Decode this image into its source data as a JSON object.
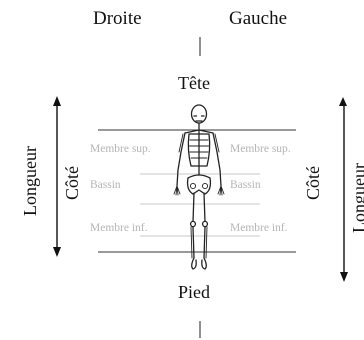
{
  "top": {
    "left": "Droite",
    "right": "Gauche"
  },
  "head_label": "Tête",
  "foot_label": "Pied",
  "side_left": {
    "length": "Longueur",
    "side": "Côté"
  },
  "side_right": {
    "side": "Côté",
    "length": "Longueur"
  },
  "zones_left": {
    "upper": "Membre sup.",
    "pelvis": "Bassin",
    "lower": "Membre inf."
  },
  "zones_right": {
    "upper": "Membre sup.",
    "pelvis": "Bassin",
    "lower": "Membre inf."
  },
  "colors": {
    "ink": "#111111",
    "faint": "#b5b5b5",
    "guide": "#c8c8c8"
  }
}
